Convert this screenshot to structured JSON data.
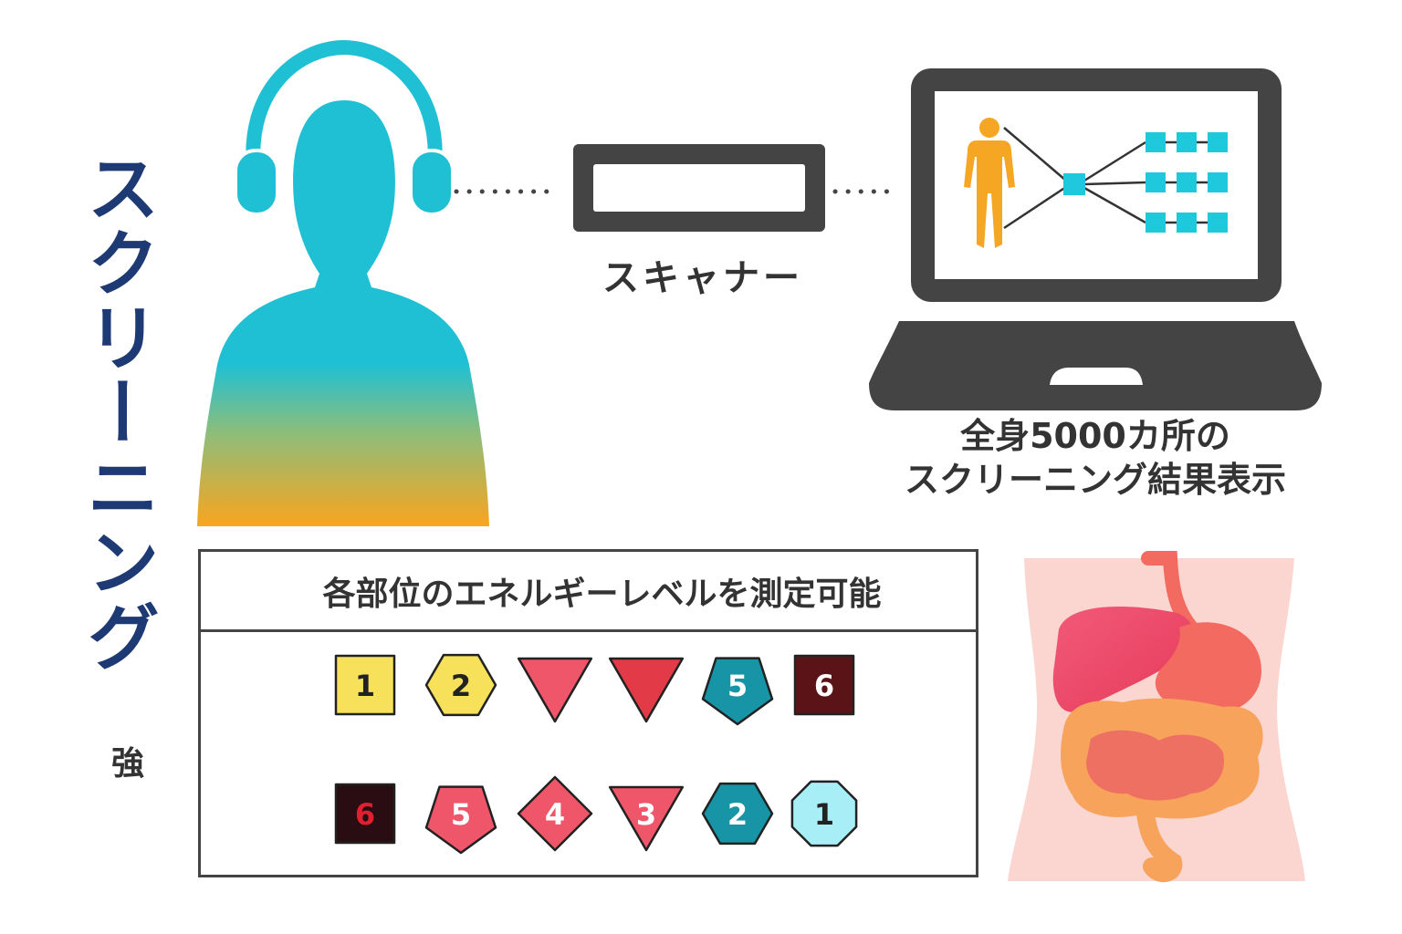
{
  "title": "スクリーニング",
  "scanner_label": "スキャナー",
  "laptop_label": {
    "line1": "全身5000カ所の",
    "line2": "スクリーニング結果表示"
  },
  "intensity_label": "強",
  "panel": {
    "title": "各部位のエネルギーレベルを測定可能",
    "top_row": [
      {
        "shape": "square",
        "label": "1",
        "color": "#f7e15a"
      },
      {
        "shape": "hexagon",
        "label": "2",
        "color": "#f7e15a"
      },
      {
        "shape": "triangle-down",
        "label": "",
        "color": "#f0566a"
      },
      {
        "shape": "triangle-down",
        "label": "",
        "color": "#e33a48"
      },
      {
        "shape": "pentagon",
        "label": "5",
        "color": "#1795a6"
      },
      {
        "shape": "square",
        "label": "6",
        "color": "#5a1418"
      }
    ],
    "bottom_row": [
      {
        "shape": "square",
        "label": "6",
        "color": "#2a0d12"
      },
      {
        "shape": "pentagon",
        "label": "5",
        "color": "#f0566a"
      },
      {
        "shape": "diamond",
        "label": "4",
        "color": "#f0566a"
      },
      {
        "shape": "triangle-down",
        "label": "3",
        "color": "#f0566a"
      },
      {
        "shape": "hexagon",
        "label": "2",
        "color": "#1795a6"
      },
      {
        "shape": "octagon",
        "label": "1",
        "color": "#a8eef7"
      }
    ]
  },
  "colors": {
    "title": "#1e3a74",
    "person_top": "#1fc0d4",
    "person_bottom": "#f9a51e",
    "device": "#444444",
    "screen_figure": "#f5a623",
    "screen_nodes": "#1fc8dc"
  }
}
